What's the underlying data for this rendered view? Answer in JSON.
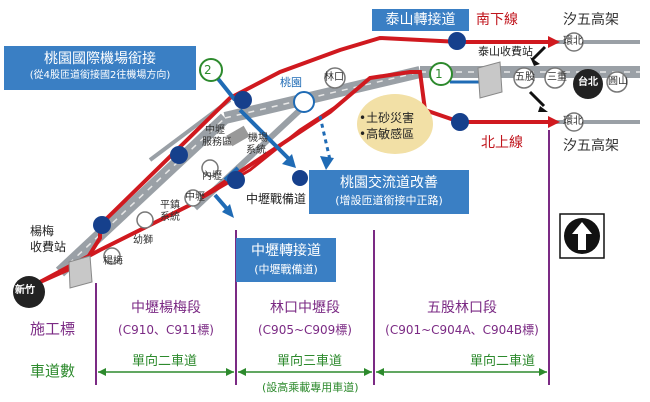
{
  "labels": {
    "airport_title": "桃園國際機場銜接",
    "airport_sub": "(從4股匝道銜接國2往機場方向)",
    "taishan_ramp": "泰山轉接道",
    "south": "南下線",
    "north": "北上線",
    "wugu_elevated": "汐五高架",
    "taishan_toll": "泰山收費站",
    "huanbei": "環北",
    "wugu": "五股",
    "sanchong": "三重",
    "yuanshan": "圓山",
    "taibei": "台北",
    "xinzhu": "新竹",
    "linkou": "林口",
    "taoyuan": "桃園",
    "marker1": "1",
    "marker2": "2",
    "hazard1": "•土砂災害",
    "hazard2": "•高敏感區",
    "service1": "中壢",
    "service2": "服務區",
    "airport_sys1": "機場",
    "airport_sys2": "系統",
    "neili": "內壢",
    "zhongli": "中壢",
    "pingzhen1": "平鎮",
    "pingzhen2": "系統",
    "youshi": "幼獅",
    "yangmei": "楊梅",
    "zhongli_spare": "中壢戰備道",
    "yangmei_toll1": "楊梅",
    "yangmei_toll2": "收費站",
    "taoyuan_improve": "桃園交流道改善",
    "taoyuan_improve_sub": "(增設匝道銜接中正路)",
    "zhongli_ramp": "中壢轉接道",
    "zhongli_ramp_sub": "(中壢戰備道)"
  },
  "segments": [
    {
      "name": "中壢楊梅段",
      "contract": "(C910、C911標)"
    },
    {
      "name": "林口中壢段",
      "contract": "(C905~C909標)"
    },
    {
      "name": "五股林口段",
      "contract": "(C901~C904A、C904B標)"
    }
  ],
  "rows": {
    "contract": "施工標",
    "lanes": "車道數"
  },
  "lanes": [
    "單向二車道",
    "單向三車道",
    "單向二車道"
  ],
  "lanes_note": "(設高乘載專用車道)",
  "colors": {
    "route_red": "#d0191f",
    "label_blue": "#3a7fc4",
    "segment_purple": "#7b2a84",
    "lane_green": "#2d8a2d"
  }
}
